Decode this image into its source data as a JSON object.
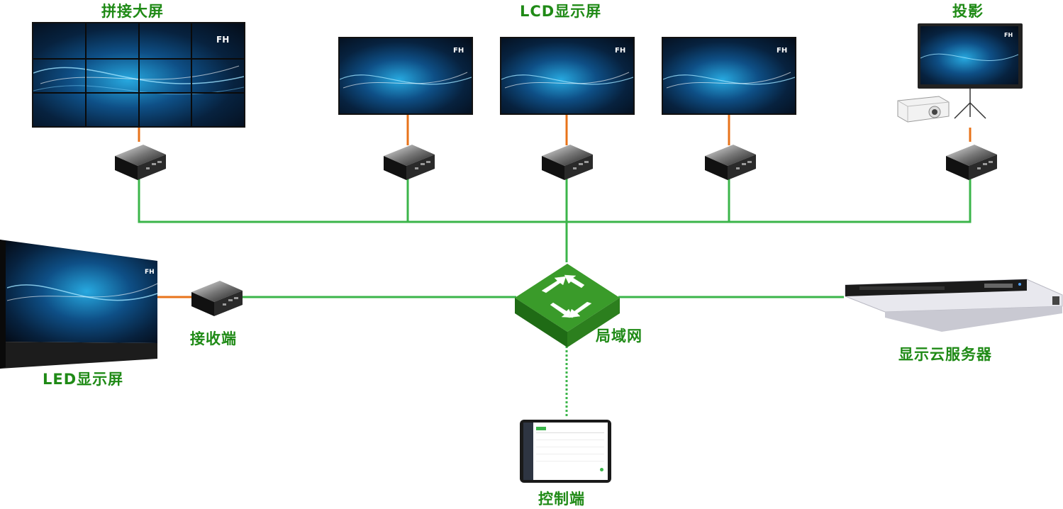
{
  "labels": {
    "video_wall": "拼接大屏",
    "lcd": "LCD显示屏",
    "projection": "投影",
    "led": "LED显示屏",
    "receiver": "接收端",
    "lan": "局域网",
    "server": "显示云服务器",
    "controller": "控制端"
  },
  "brand_logo": "FH",
  "colors": {
    "label_green": "#1f8a16",
    "network_line": "#3bb54a",
    "hdmi_line": "#e8731a"
  },
  "icons": [
    "receiver-box-icon",
    "network-switch-icon",
    "server-rack-icon",
    "tablet-icon",
    "projector-icon"
  ]
}
